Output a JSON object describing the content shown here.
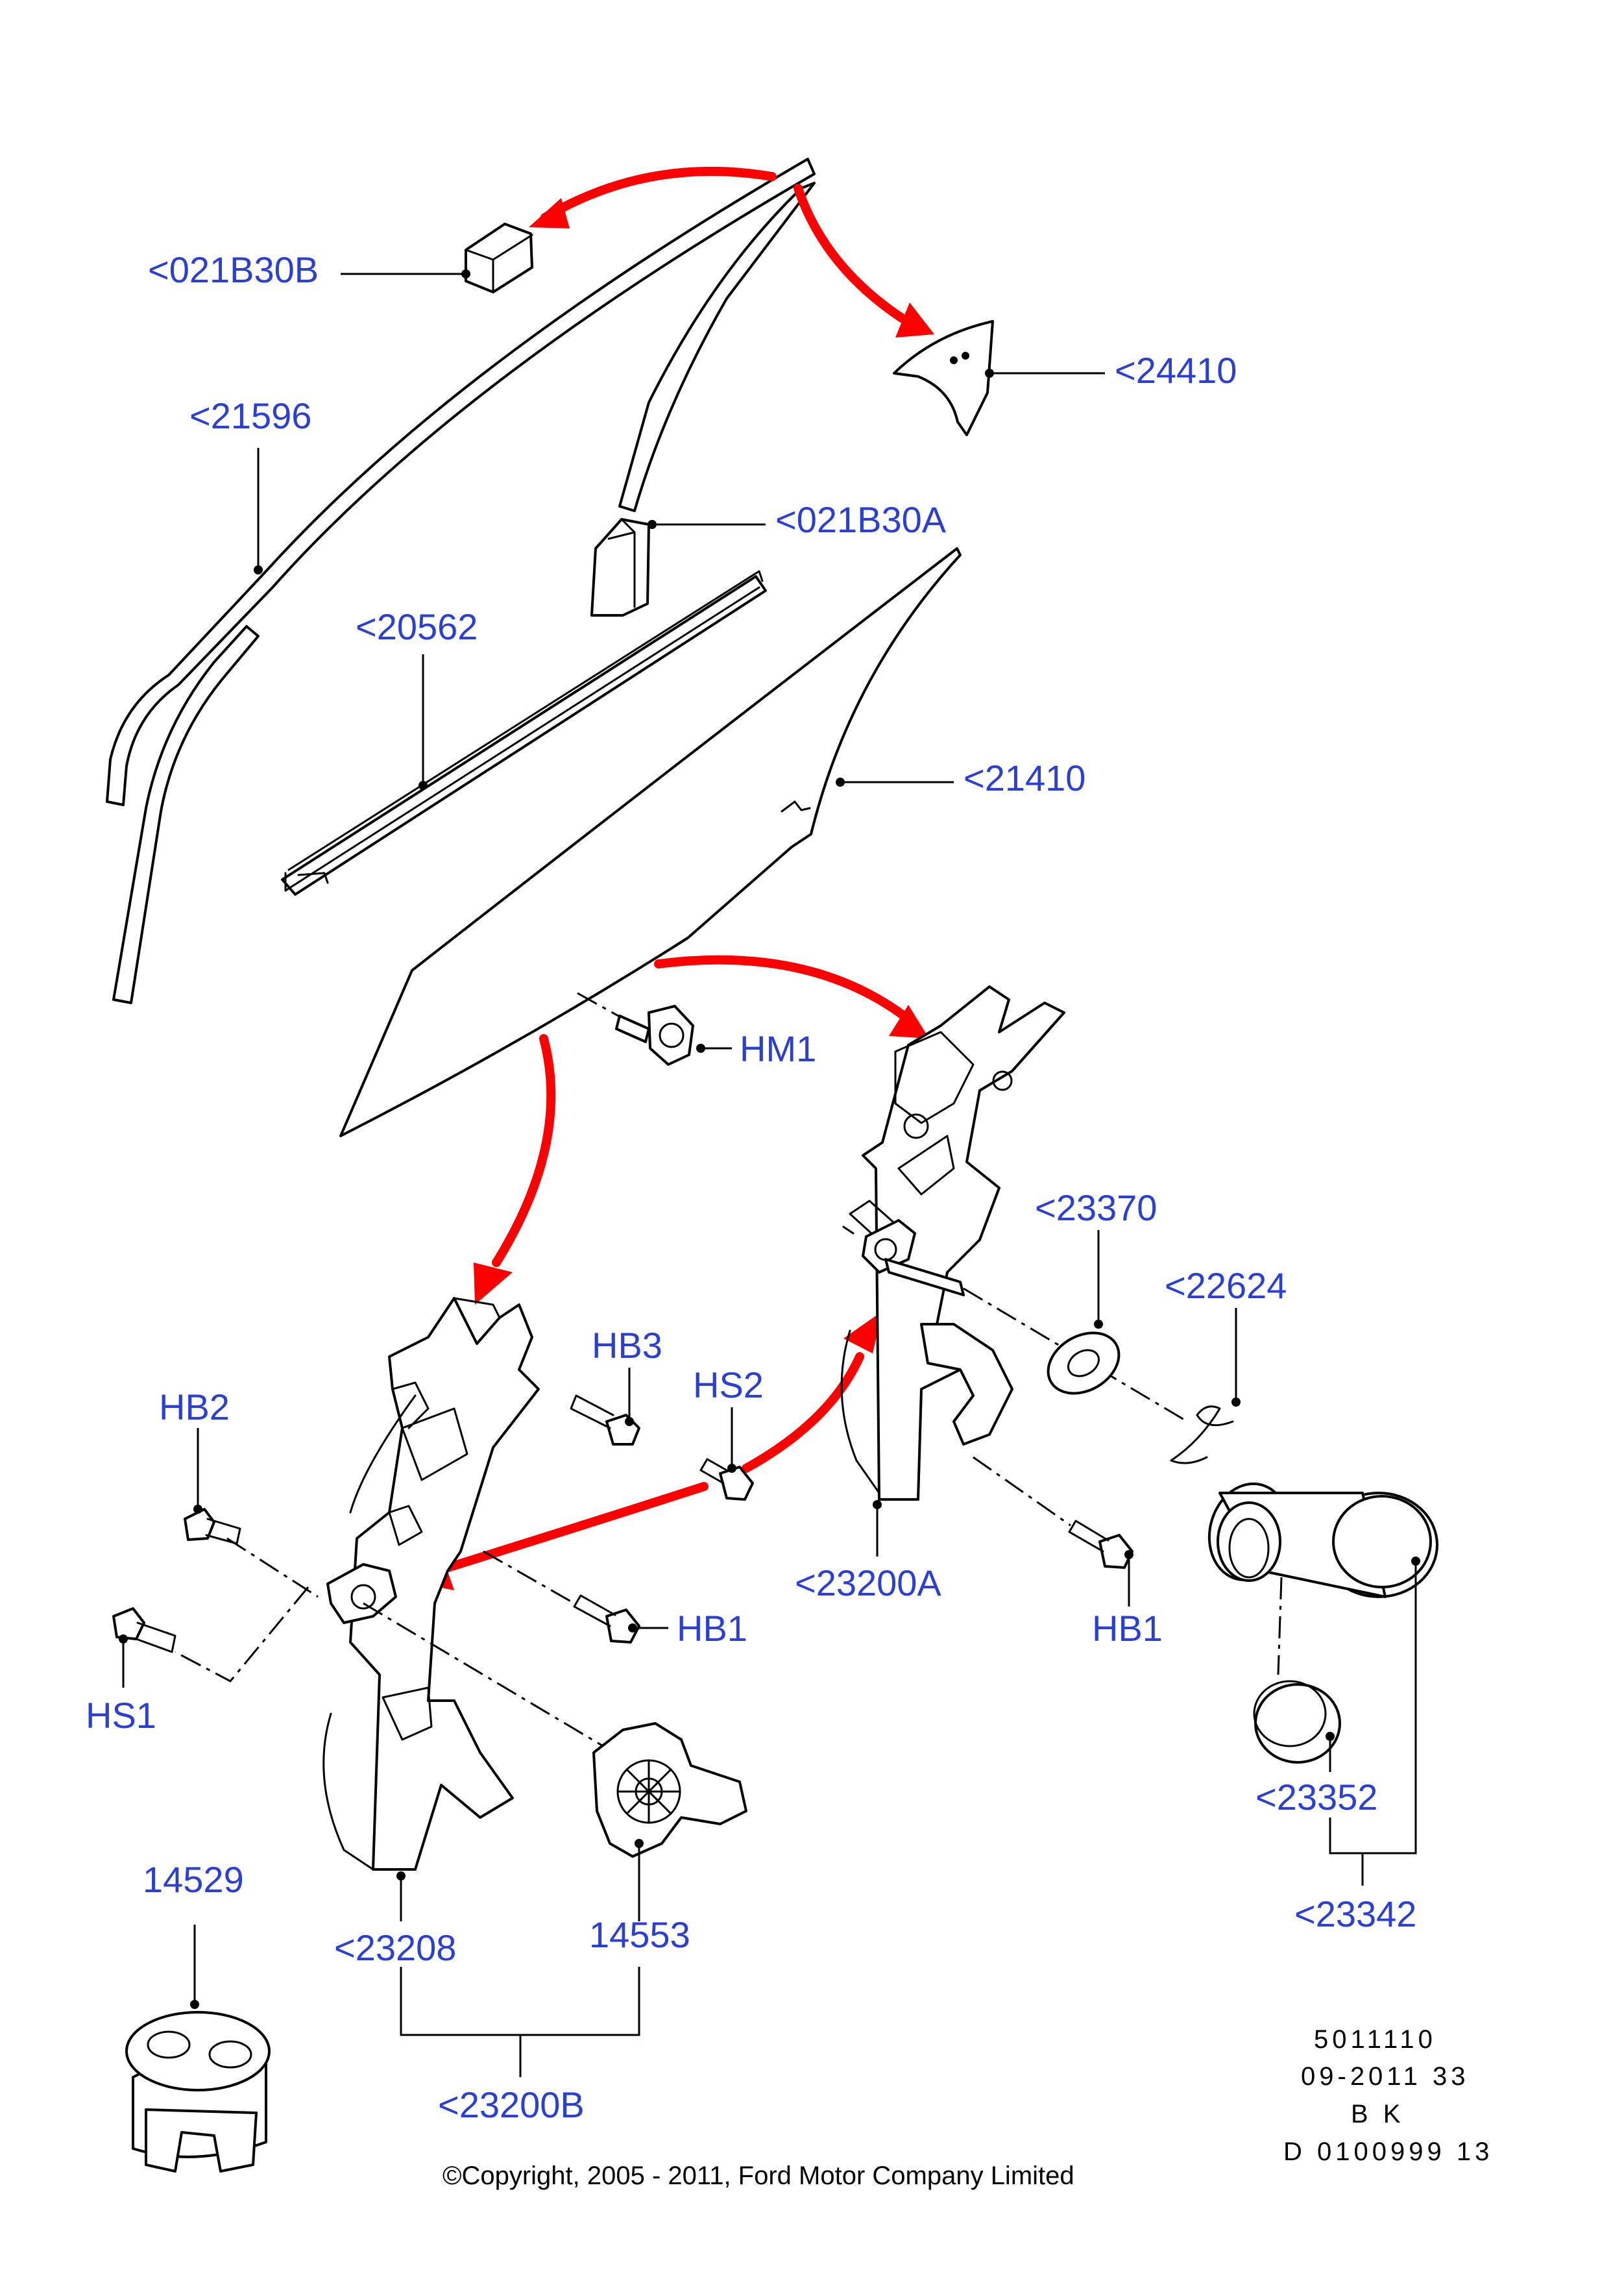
{
  "diagram": {
    "callouts": {
      "c021B30B": "<021B30B",
      "c24410": "<24410",
      "c21596": "<21596",
      "c021B30A": "<021B30A",
      "c20562": "<20562",
      "c21410": "<21410",
      "cHM1": "HM1",
      "c23370": "<23370",
      "c22624": "<22624",
      "cHB3": "HB3",
      "cHS2": "HS2",
      "cHB2": "HB2",
      "c23200A": "<23200A",
      "cHB1a": "HB1",
      "cHB1b": "HB1",
      "cHS1": "HS1",
      "c23352": "<23352",
      "c14529": "14529",
      "c23208": "<23208",
      "c14553": "14553",
      "c23342": "<23342",
      "c23200B": "<23200B"
    },
    "meta": {
      "line1": "5011110",
      "line2": "09-2011 33",
      "line3": "B K",
      "line4": "D 0100999 13"
    },
    "copyright": "©Copyright, 2005 - 2011, Ford Motor Company Limited"
  },
  "colors": {
    "callout_text": "#2a3fd6",
    "arrows": "#ff0000",
    "lines": "#000000",
    "background": "#ffffff"
  }
}
